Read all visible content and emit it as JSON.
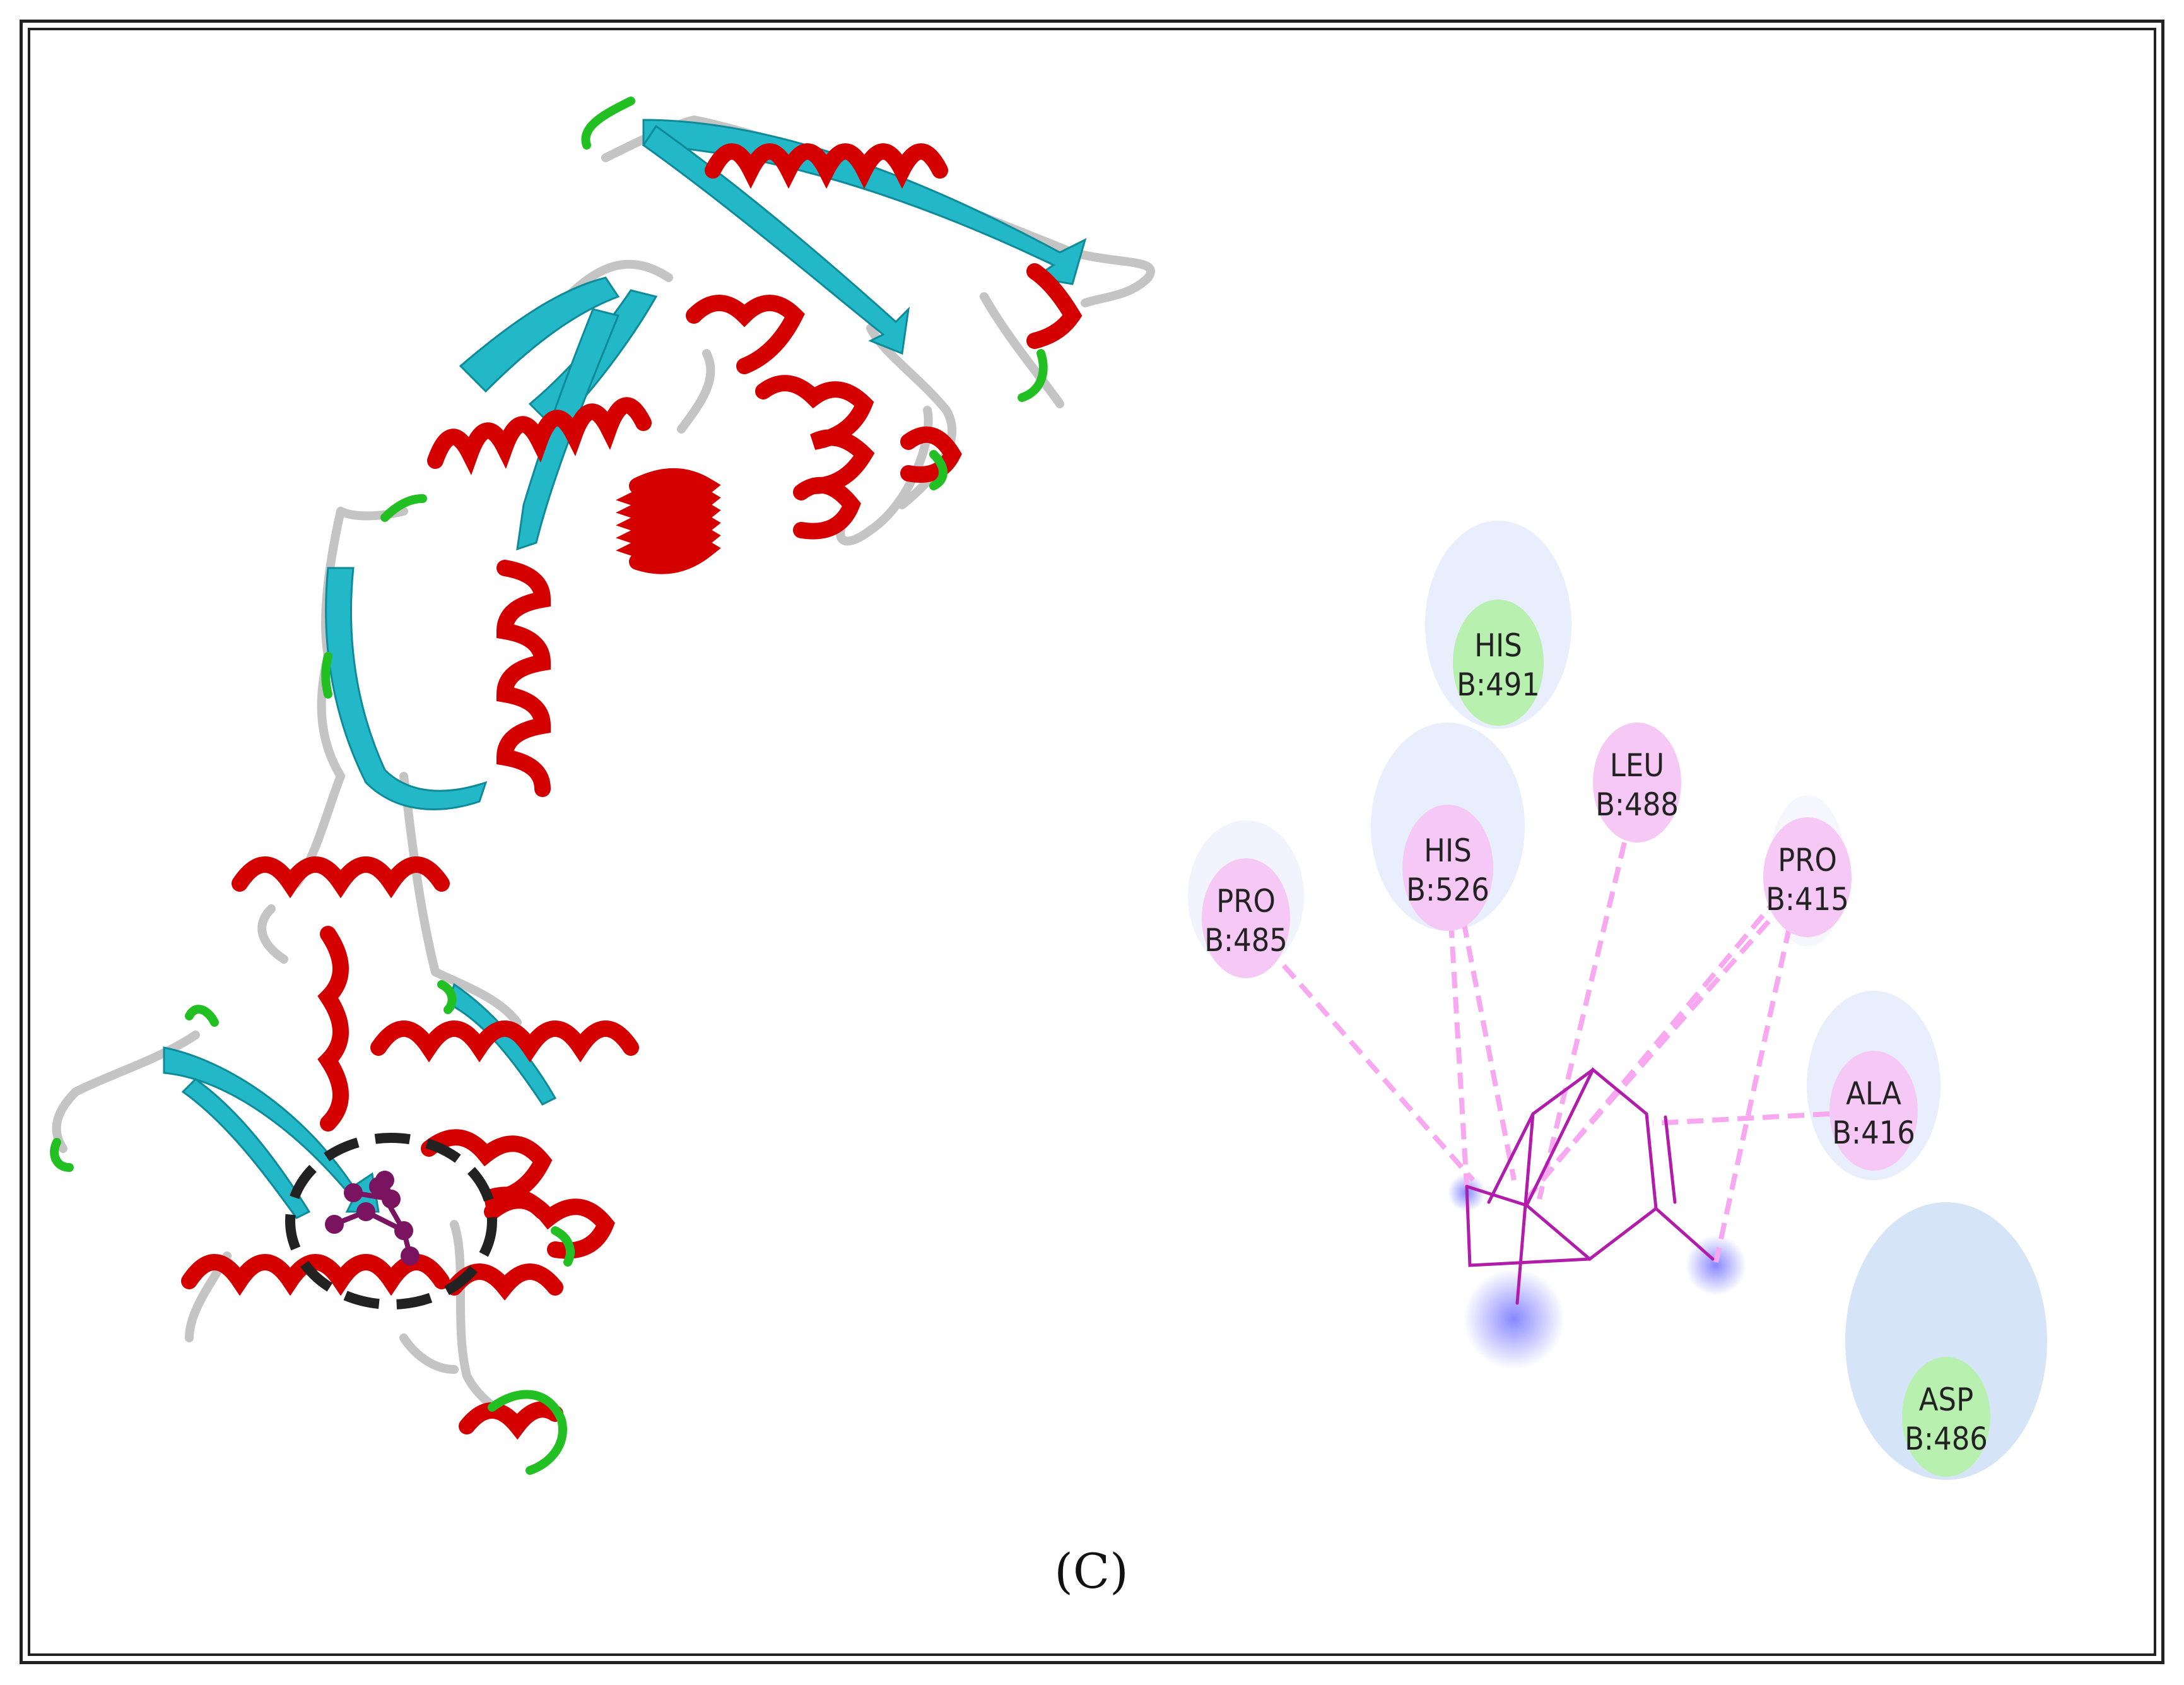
{
  "panel_label": "(C)",
  "residues": [
    {
      "id": "his491",
      "name": "HIS",
      "chain_pos": "B:491",
      "interaction_color": "#b8f0b0",
      "halo": true
    },
    {
      "id": "leu488",
      "name": "LEU",
      "chain_pos": "B:488",
      "interaction_color": "#f6c8f6",
      "halo": false
    },
    {
      "id": "his526",
      "name": "HIS",
      "chain_pos": "B:526",
      "interaction_color": "#f6c8f6",
      "halo": true
    },
    {
      "id": "pro485",
      "name": "PRO",
      "chain_pos": "B:485",
      "interaction_color": "#f6c8f6",
      "halo": true
    },
    {
      "id": "pro415",
      "name": "PRO",
      "chain_pos": "B:415",
      "interaction_color": "#f6c8f6",
      "halo": true
    },
    {
      "id": "ala416",
      "name": "ALA",
      "chain_pos": "B:416",
      "interaction_color": "#f6c8f6",
      "halo": true
    },
    {
      "id": "asp486",
      "name": "ASP",
      "chain_pos": "B:486",
      "interaction_color": "#b8f0b0",
      "halo": true
    }
  ],
  "colors": {
    "helix": "#d40000",
    "sheet": "#22b8c8",
    "loop": "#c0c0c0",
    "turn": "#22c022",
    "ligand": "#b21caa",
    "interaction_line": "#f7a8f0",
    "binding_site_marker": "#222222"
  }
}
